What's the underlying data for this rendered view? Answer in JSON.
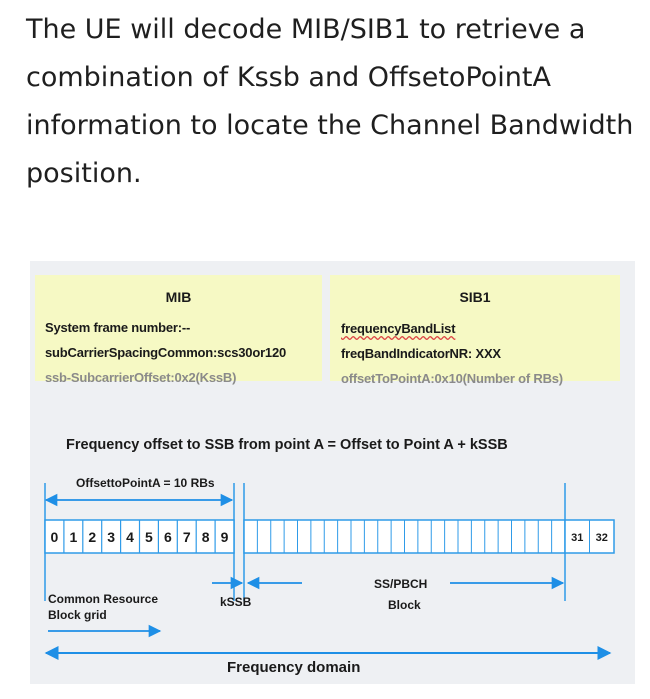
{
  "intro_text": "The UE will decode MIB/SIB1 to retrieve a combination of Kssb and OffsetoPointA information to locate the Channel Bandwidth position.",
  "mib": {
    "title": "MIB",
    "lines": [
      "System frame number:--",
      "subCarrierSpacingCommon:scs30or120",
      "ssb-SubcarrierOffset:0x2(KssB)"
    ]
  },
  "sib1": {
    "title": "SIB1",
    "lines": [
      "frequencyBandList",
      "freqBandIndicatorNR: XXX",
      "offsetToPointA:0x10(Number of RBs)"
    ]
  },
  "formula": "Frequency offset to SSB from point A = Offset to Point A + kSSB",
  "offset_label": "OffsettoPointA = 10 RBs",
  "rb_cells": [
    "0",
    "1",
    "2",
    "3",
    "4",
    "5",
    "6",
    "7",
    "8",
    "9"
  ],
  "rb_end_cells": [
    "31",
    "32"
  ],
  "labels": {
    "crb_grid_1": "Common Resource",
    "crb_grid_2": "Block grid",
    "kssb": "kSSB",
    "ss_pbch_1": "SS/PBCH",
    "ss_pbch_2": "Block",
    "freq_domain": "Frequency domain"
  },
  "colors": {
    "box_fill": "#f6f9c4",
    "figure_bg": "#eef0f3",
    "arrow": "#1e8fe6",
    "grid": "#2f9be8"
  }
}
